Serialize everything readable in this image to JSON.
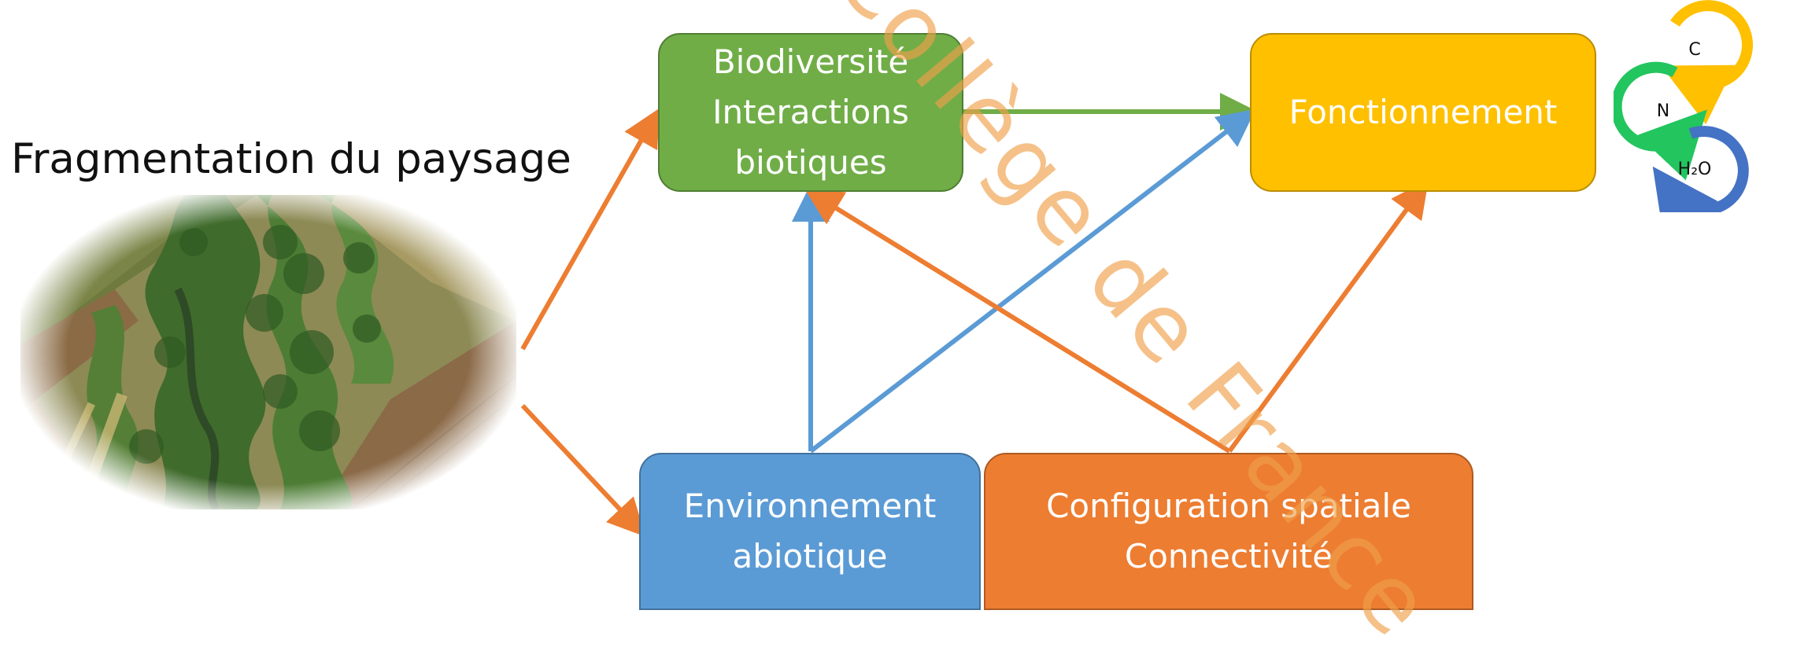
{
  "diagram": {
    "title": "Fragmentation du paysage",
    "boxes": {
      "biodiversite": {
        "lines": [
          "Biodiversité",
          "Interactions",
          "biotiques"
        ],
        "color": "#70ad47"
      },
      "fonctionnement": {
        "lines": [
          "Fonctionnement"
        ],
        "color": "#ffc000"
      },
      "environnement": {
        "lines": [
          "Environnement",
          "abiotique"
        ],
        "color": "#5b9bd5"
      },
      "configuration": {
        "lines": [
          "Configuration spatiale",
          "Connectivité"
        ],
        "color": "#ed7d31"
      }
    },
    "cycles": {
      "labels": [
        "C",
        "N",
        "H₂O"
      ],
      "colors": [
        "#ffc000",
        "#22c55e",
        "#4472c4"
      ]
    },
    "watermark": "Collège de France",
    "arrow_colors": {
      "orange": "#ed7d31",
      "blue": "#5b9bd5",
      "green": "#70ad47"
    },
    "photo": {
      "icon": "aerial-landscape-photo"
    }
  }
}
